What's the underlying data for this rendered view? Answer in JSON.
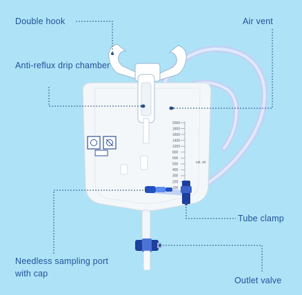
{
  "labels": {
    "double_hook": "Double hook",
    "air_vent": "Air vent",
    "anti_reflux": "Anti-reflux drip chamber",
    "tube_clamp": "Tube clamp",
    "needleless": "Needless sampling port with cap",
    "outlet_valve": "Outlet valve"
  },
  "scale_ticks": [
    "2000",
    "1800",
    "1600",
    "1400",
    "1200",
    "800",
    "600",
    "500",
    "400",
    "300",
    "200",
    "100"
  ],
  "scale_unit": "vol. ml",
  "colors": {
    "background": "#aee3f7",
    "label": "#1f4f9a",
    "leader": "#2c4f86",
    "bag": "#f3f6f8",
    "tube": "#c9d6f4",
    "clamp": "#1e3f9e"
  },
  "icons": [
    "sterile-symbol-icon",
    "single-use-symbol-icon",
    "instructions-symbol-icon"
  ]
}
